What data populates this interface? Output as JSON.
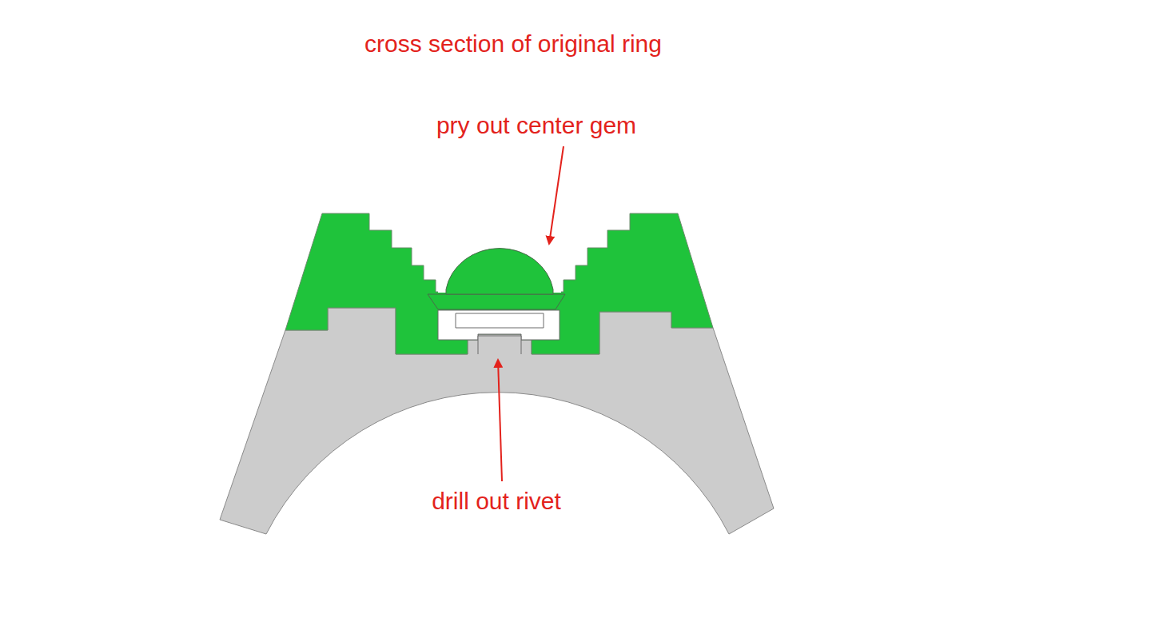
{
  "diagram": {
    "title": "cross section of original ring",
    "labels": [
      "pry out center gem",
      "drill out rivet"
    ]
  }
}
